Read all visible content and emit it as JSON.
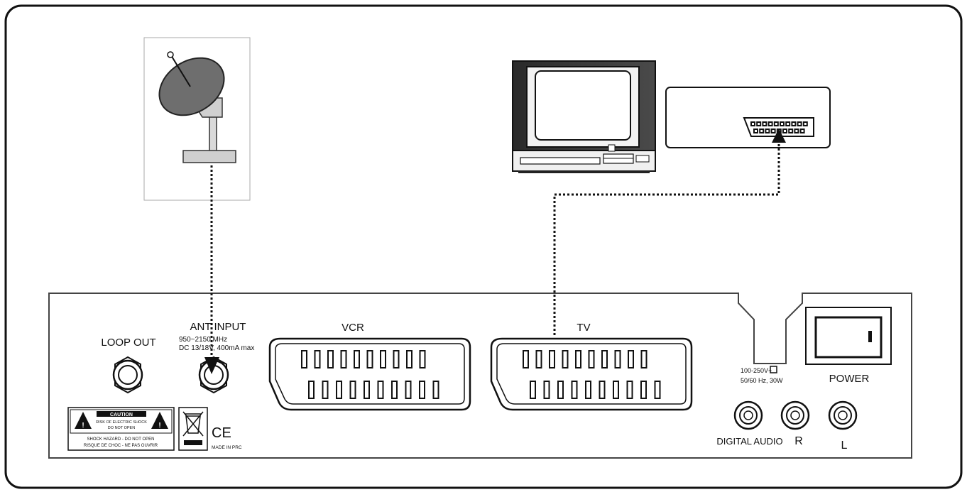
{
  "labels": {
    "loop_out": "LOOP OUT",
    "ant_input": "ANT INPUT",
    "ant_spec_1": "950~2150 MHz",
    "ant_spec_2": "DC 13/18V, 400mA max",
    "vcr": "VCR",
    "tv": "TV",
    "voltage_1": "100-250V~",
    "voltage_2": "50/60 Hz, 30W",
    "power": "POWER",
    "digital_audio": "DIGITAL AUDIO",
    "audio_r": "R",
    "audio_l": "L",
    "caution_title": "CAUTION",
    "caution_line1": "RISK OF ELECTRIC SHOCK",
    "caution_line2": "DO NOT OPEN",
    "warning_line1": "SHOCK HAZARD - DO NOT OPEN",
    "warning_line2": "RISQUE DE CHOC - NE PAS OUVRIR",
    "ce_mark": "CE",
    "made_in": "MADE IN PRC"
  },
  "icons": {
    "dish": "satellite-dish-icon",
    "tv": "television-icon",
    "scart_box": "scart-adapter-icon",
    "power_switch": "power-switch-icon",
    "weee": "crossed-bin-icon"
  },
  "colors": {
    "outline": "#111111",
    "dish_fill": "#6e6e6e",
    "dish_stand": "#cfcfcf",
    "panel_border": "#444444"
  }
}
